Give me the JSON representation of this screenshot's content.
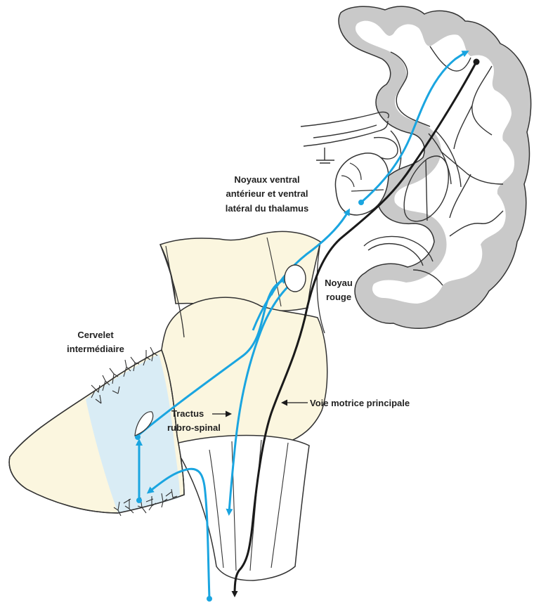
{
  "labels": {
    "thalamus": [
      "Noyaux ventral",
      "antérieur et ventral",
      "latéral du thalamus"
    ],
    "red_nucleus": [
      "Noyau",
      "rouge"
    ],
    "cerebellum": [
      "Cervelet",
      "intermédiaire"
    ],
    "rubrospinal": [
      "Tractus",
      "rubro-spinal"
    ],
    "main_motor_pathway": "Voie motrice principale"
  },
  "colors": {
    "blue_pathway": "#1aa5e0",
    "black_pathway": "#1a1a1a",
    "brainstem_fill": "#fbf6df",
    "cerebellum_intermediate": "#d9ecf5",
    "cortex_gray": "#c9c9c9",
    "outline": "#333333"
  }
}
